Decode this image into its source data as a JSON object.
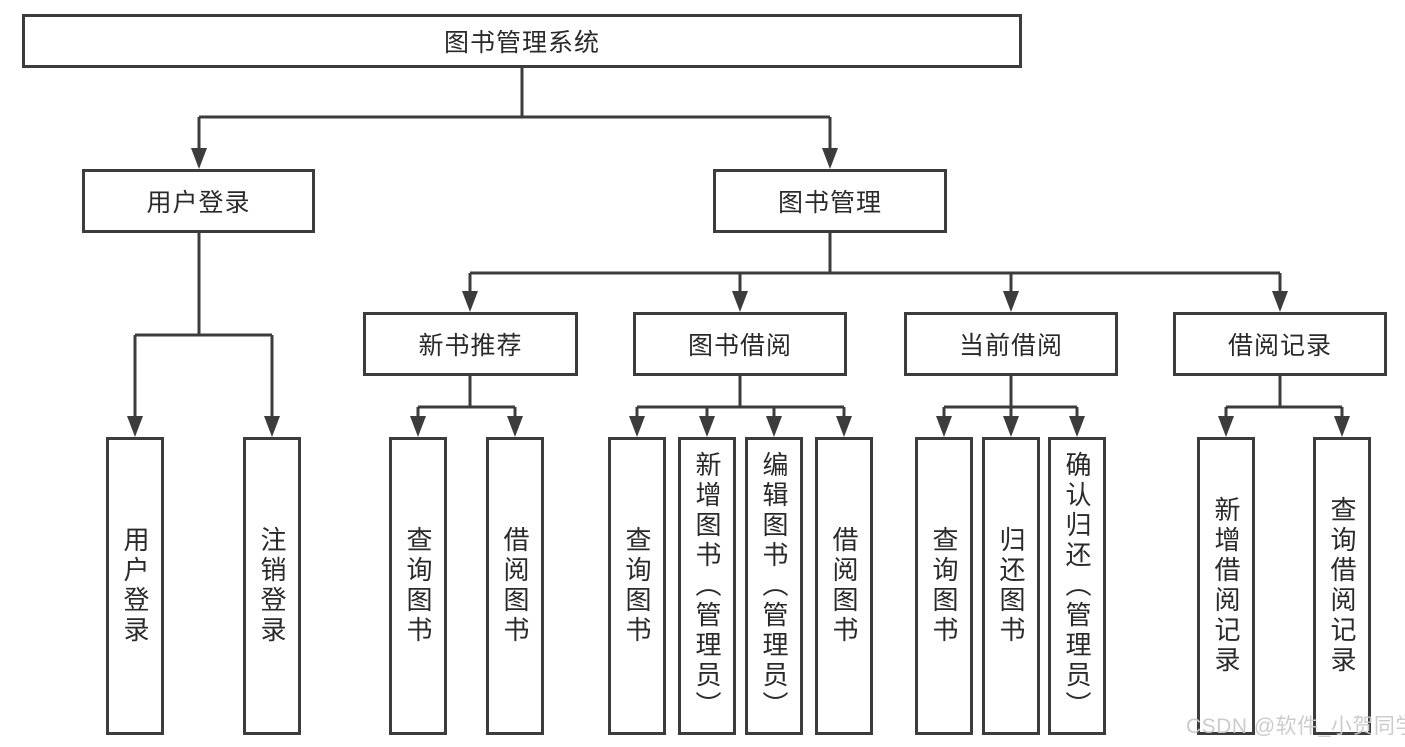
{
  "diagram_type": "hierarchy",
  "tree": {
    "label": "图书管理系统",
    "children": [
      {
        "label": "用户登录",
        "children": [
          {
            "label": "用户登录"
          },
          {
            "label": "注销登录"
          }
        ]
      },
      {
        "label": "图书管理",
        "children": [
          {
            "label": "新书推荐",
            "children": [
              {
                "label": "查询图书"
              },
              {
                "label": "借阅图书"
              }
            ]
          },
          {
            "label": "图书借阅",
            "children": [
              {
                "label": "查询图书"
              },
              {
                "label": "新增图书（管理员）"
              },
              {
                "label": "编辑图书（管理员）"
              },
              {
                "label": "借阅图书"
              }
            ]
          },
          {
            "label": "当前借阅",
            "children": [
              {
                "label": "查询图书"
              },
              {
                "label": "归还图书"
              },
              {
                "label": "确认归还（管理员）"
              }
            ]
          },
          {
            "label": "借阅记录",
            "children": [
              {
                "label": "新增借阅记录"
              },
              {
                "label": "查询借阅记录"
              }
            ]
          }
        ]
      }
    ]
  },
  "watermark": "CSDN @软件_小贺同学",
  "colors": {
    "line": "#3c3c3c",
    "box_border": "#3c3c3c",
    "text": "#2a2a2a",
    "watermark": "#c9c9c9",
    "background": "#ffffff"
  }
}
